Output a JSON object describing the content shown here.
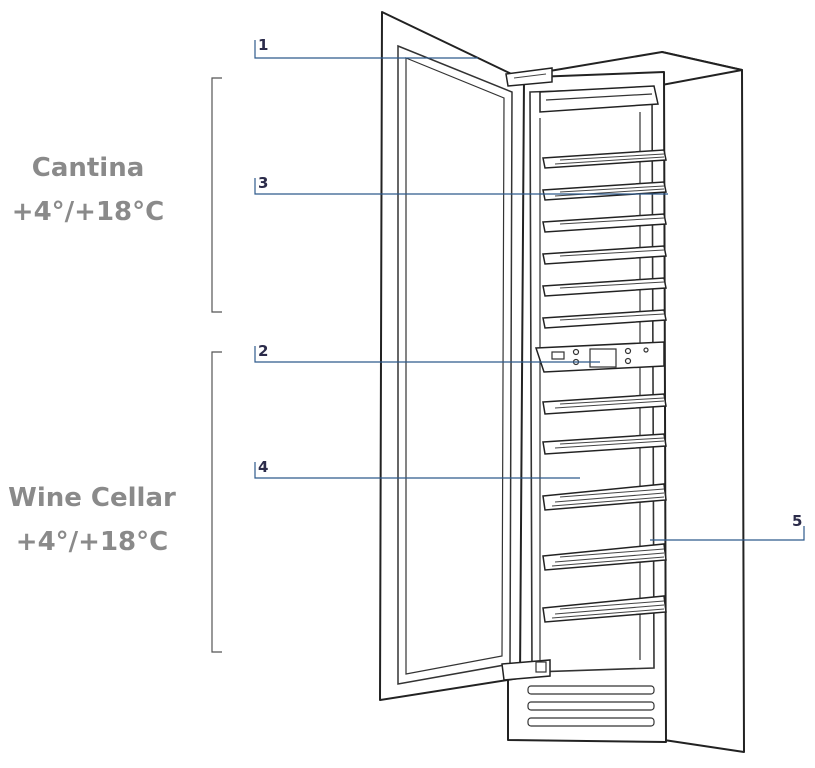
{
  "zones": [
    {
      "name_line1": "Cantina",
      "name_line2": "+4°/+18°C"
    },
    {
      "name_line1": "Wine Cellar",
      "name_line2": "+4°/+18°C"
    }
  ],
  "callouts": [
    "1",
    "2",
    "3",
    "4",
    "5"
  ]
}
